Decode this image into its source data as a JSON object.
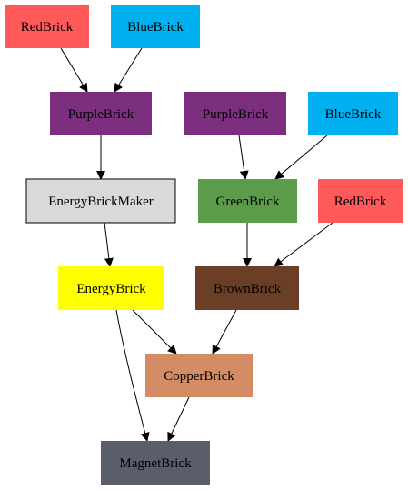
{
  "colors": {
    "red": "#ff5a5a",
    "blue": "#00b0f0",
    "purple": "#7b2f7e",
    "grey": "#d9d9d9",
    "green": "#5b9b4a",
    "yellow": "#ffff00",
    "brown": "#6b3f25",
    "copper": "#d38c63",
    "magnet": "#5a5e6b",
    "edge": "#000000"
  },
  "nodes": [
    {
      "id": "redbrick-1",
      "label": "RedBrick",
      "color": "red"
    },
    {
      "id": "bluebrick-1",
      "label": "BlueBrick",
      "color": "blue"
    },
    {
      "id": "purplebrick-1",
      "label": "PurpleBrick",
      "color": "purple"
    },
    {
      "id": "purplebrick-2",
      "label": "PurpleBrick",
      "color": "purple"
    },
    {
      "id": "bluebrick-2",
      "label": "BlueBrick",
      "color": "blue"
    },
    {
      "id": "energybrickmaker",
      "label": "EnergyBrickMaker",
      "color": "grey"
    },
    {
      "id": "greenbrick",
      "label": "GreenBrick",
      "color": "green"
    },
    {
      "id": "redbrick-2",
      "label": "RedBrick",
      "color": "red"
    },
    {
      "id": "energybrick",
      "label": "EnergyBrick",
      "color": "yellow"
    },
    {
      "id": "brownbrick",
      "label": "BrownBrick",
      "color": "brown"
    },
    {
      "id": "copperbrick",
      "label": "CopperBrick",
      "color": "copper"
    },
    {
      "id": "magnetbrick",
      "label": "MagnetBrick",
      "color": "magnet"
    }
  ],
  "edges": [
    {
      "from": "redbrick-1",
      "to": "purplebrick-1"
    },
    {
      "from": "bluebrick-1",
      "to": "purplebrick-1"
    },
    {
      "from": "purplebrick-1",
      "to": "energybrickmaker"
    },
    {
      "from": "purplebrick-2",
      "to": "greenbrick"
    },
    {
      "from": "bluebrick-2",
      "to": "greenbrick"
    },
    {
      "from": "energybrickmaker",
      "to": "energybrick"
    },
    {
      "from": "greenbrick",
      "to": "brownbrick"
    },
    {
      "from": "redbrick-2",
      "to": "brownbrick"
    },
    {
      "from": "energybrick",
      "to": "copperbrick"
    },
    {
      "from": "brownbrick",
      "to": "copperbrick"
    },
    {
      "from": "energybrick",
      "to": "magnetbrick"
    },
    {
      "from": "copperbrick",
      "to": "magnetbrick"
    }
  ]
}
